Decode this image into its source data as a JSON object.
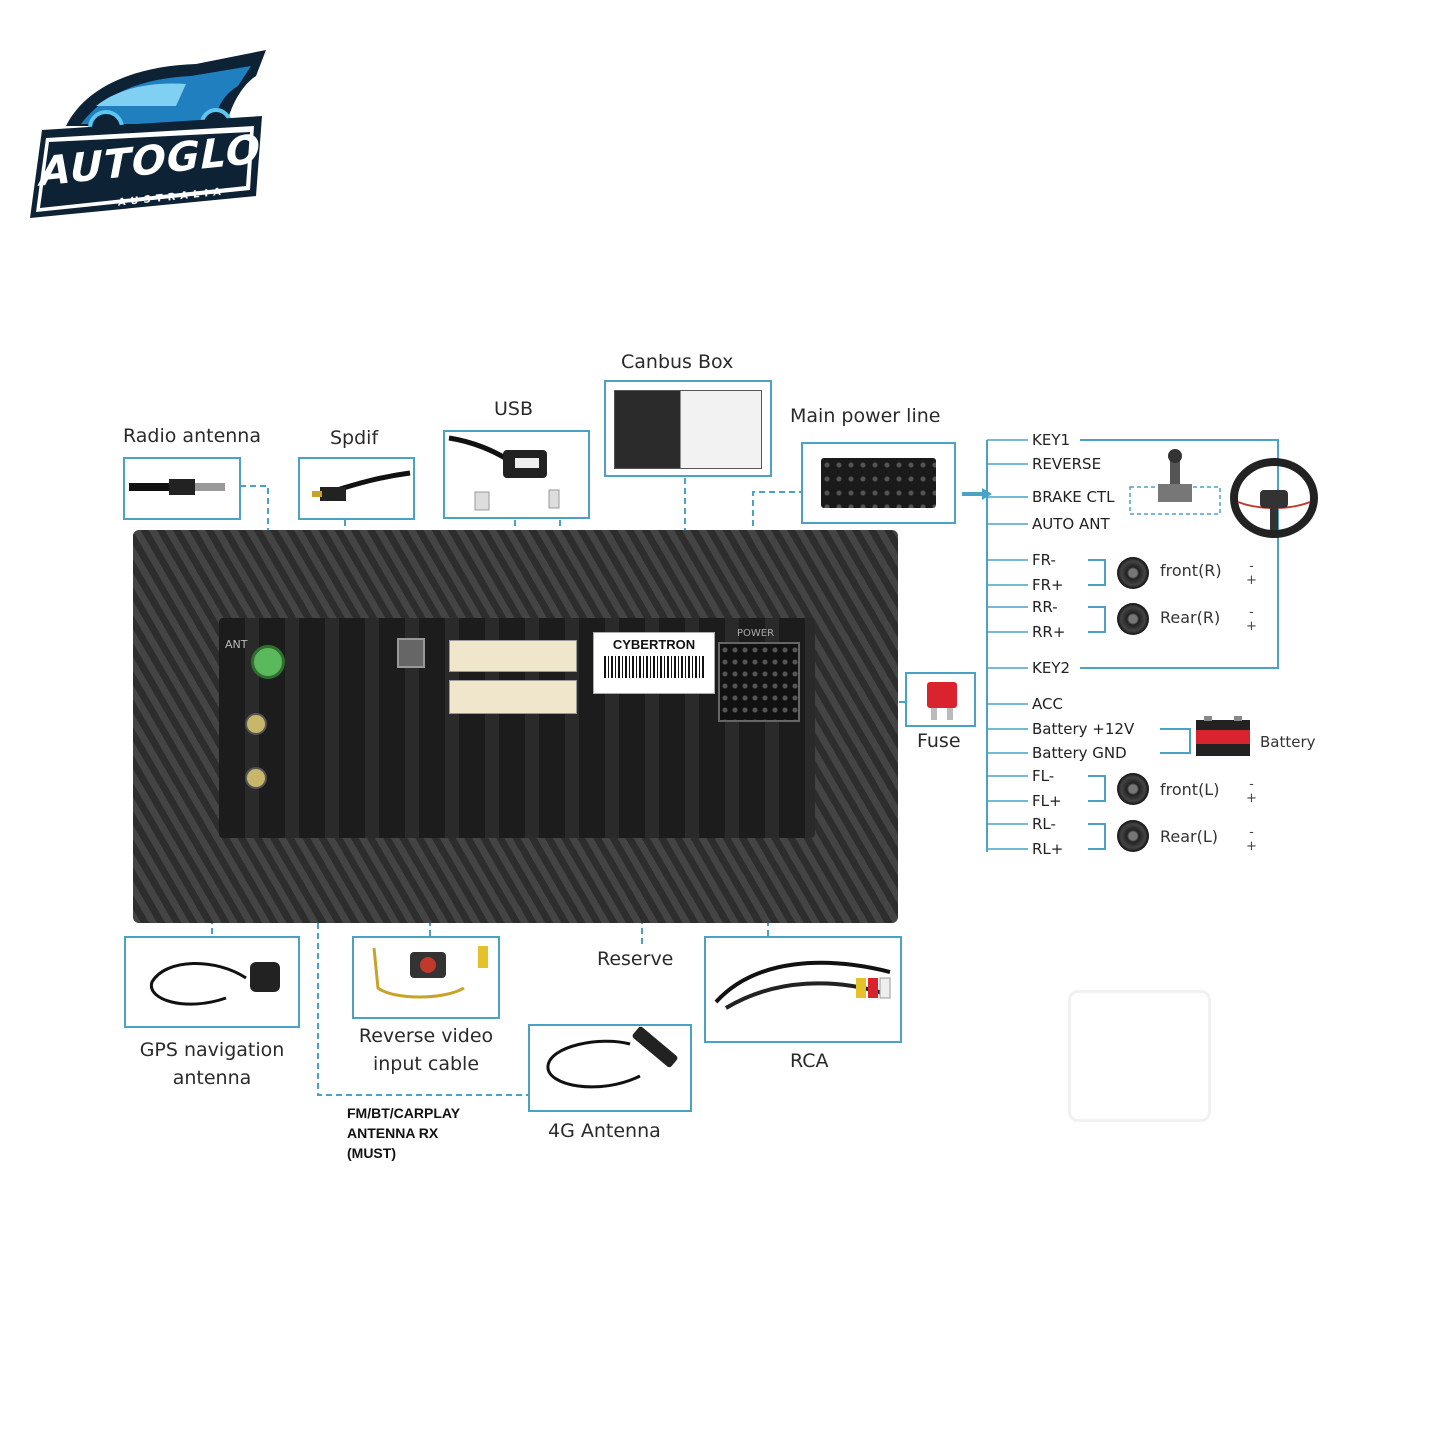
{
  "brand": {
    "name": "AUTOGLO",
    "tagline": "AUSTRALIA"
  },
  "unit": {
    "label_sticker": "CYBERTRON",
    "power_socket_label": "POWER",
    "ant_label": "ANT"
  },
  "components": {
    "canbus_box": "Canbus Box",
    "main_power_line": "Main power line",
    "radio_antenna": "Radio antenna",
    "spdif": "Spdif",
    "usb": "USB",
    "fuse": "Fuse",
    "gps_antenna": "GPS navigation antenna",
    "reverse_video": "Reverse video input cable",
    "reserve": "Reserve",
    "rca": "RCA",
    "fm_bt_note": "FM/BT/CARPLAY ANTENNA RX (MUST)",
    "antenna_4g": "4G Antenna"
  },
  "power_wires": [
    {
      "label": "KEY1"
    },
    {
      "label": "REVERSE"
    },
    {
      "label": "BRAKE CTL"
    },
    {
      "label": "AUTO ANT"
    },
    {
      "label": "FR-"
    },
    {
      "label": "FR+"
    },
    {
      "label": "RR-"
    },
    {
      "label": "RR+"
    },
    {
      "label": "KEY2"
    },
    {
      "label": "ACC"
    },
    {
      "label": "Battery +12V"
    },
    {
      "label": "Battery GND"
    },
    {
      "label": "FL-"
    },
    {
      "label": "FL+"
    },
    {
      "label": "RL-"
    },
    {
      "label": "RL+"
    }
  ],
  "speakers": {
    "front_r": "front(R)",
    "rear_r": "Rear(R)",
    "front_l": "front(L)",
    "rear_l": "Rear(L)"
  },
  "battery_label": "Battery",
  "polarity": {
    "minus": "-",
    "plus": "+"
  },
  "colors": {
    "accent": "#4aa3c7",
    "unit_body": "#3a3a3a",
    "connector": "#efe6cc"
  }
}
